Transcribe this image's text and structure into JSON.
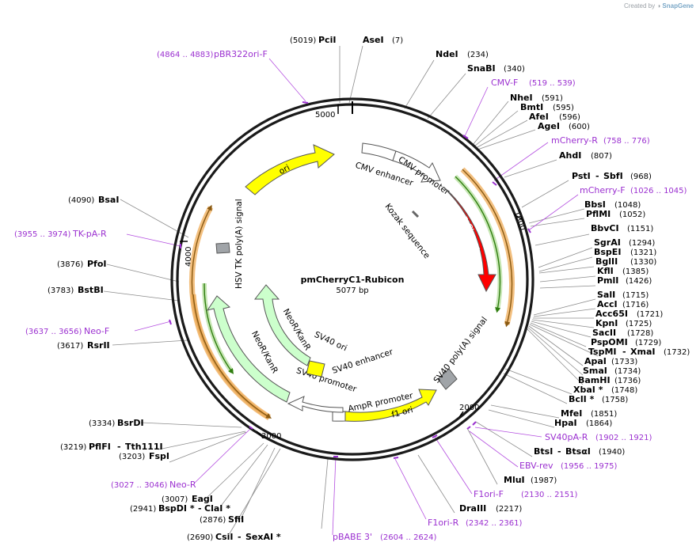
{
  "credit": {
    "prefix": "Created by",
    "brand": "SnapGene"
  },
  "plasmid": {
    "name": "pmCherryC1-Rubicon",
    "length_label": "5077 bp",
    "length": 5077
  },
  "ticks": [
    "1000",
    "2000",
    "3000",
    "4000",
    "5000"
  ],
  "features": [
    {
      "id": "ori",
      "label": "ori",
      "color": "#ffff00"
    },
    {
      "id": "cmv-enhancer",
      "label": "CMV enhancer",
      "color": "#ffffff"
    },
    {
      "id": "cmv-promoter",
      "label": "CMV promoter",
      "color": "#ffffff"
    },
    {
      "id": "kozak",
      "label": "Kozak sequence",
      "color": "#ffffff"
    },
    {
      "id": "mcherry",
      "label": "mCherry",
      "color": "#ff0000"
    },
    {
      "id": "sv40-polya",
      "label": "SV40 poly(A) signal",
      "color": "#a0a4a8"
    },
    {
      "id": "f1-ori",
      "label": "f1 ori",
      "color": "#ffff00"
    },
    {
      "id": "ampr-promoter",
      "label": "AmpR promoter",
      "color": "#ffffff"
    },
    {
      "id": "sv40-promoter",
      "label": "SV40 promoter",
      "color": "#ffffff"
    },
    {
      "id": "sv40-ori",
      "label": "SV40 ori",
      "color": "#ffff00"
    },
    {
      "id": "sv40-enhancer",
      "label": "SV40 enhancer",
      "color": "#ffffff"
    },
    {
      "id": "neor-inner",
      "label": "NeoR/KanR",
      "color": "#ccffcc"
    },
    {
      "id": "neor-outer",
      "label": "NeoR/KanR",
      "color": "#ccffcc"
    },
    {
      "id": "hsv-tk",
      "label": "HSV TK poly(A) signal",
      "color": "#a0a4a8"
    }
  ],
  "enzymes": [
    {
      "name": "PciI",
      "pos": "(5019)"
    },
    {
      "name": "AseI",
      "pos": "(7)"
    },
    {
      "name": "NdeI",
      "pos": "(234)"
    },
    {
      "name": "SnaBI",
      "pos": "(340)"
    },
    {
      "name": "NheI",
      "pos": "(591)"
    },
    {
      "name": "BmtI",
      "pos": "(595)"
    },
    {
      "name": "AfeI",
      "pos": "(596)"
    },
    {
      "name": "AgeI",
      "pos": "(600)"
    },
    {
      "name": "AhdI",
      "pos": "(807)"
    },
    {
      "name": "PstI",
      "pos": ""
    },
    {
      "name": "SbfI",
      "pos": "(968)"
    },
    {
      "name": "BbsI",
      "pos": "(1048)"
    },
    {
      "name": "PflMI",
      "pos": "(1052)"
    },
    {
      "name": "BbvCI",
      "pos": "(1151)"
    },
    {
      "name": "SgrAI",
      "pos": "(1294)"
    },
    {
      "name": "BspEI",
      "pos": "(1321)"
    },
    {
      "name": "BglII",
      "pos": "(1330)"
    },
    {
      "name": "KflI",
      "pos": "(1385)"
    },
    {
      "name": "PmlI",
      "pos": "(1426)"
    },
    {
      "name": "SalI",
      "pos": "(1715)"
    },
    {
      "name": "AccI",
      "pos": "(1716)"
    },
    {
      "name": "Acc65I",
      "pos": "(1721)"
    },
    {
      "name": "KpnI",
      "pos": "(1725)"
    },
    {
      "name": "SacII",
      "pos": "(1728)"
    },
    {
      "name": "PspOMI",
      "pos": "(1729)"
    },
    {
      "name": "TspMI",
      "pos": ""
    },
    {
      "name": "XmaI",
      "pos": "(1732)"
    },
    {
      "name": "ApaI",
      "pos": "(1733)"
    },
    {
      "name": "SmaI",
      "pos": "(1734)"
    },
    {
      "name": "BamHI",
      "pos": "(1736)"
    },
    {
      "name": "XbaI *",
      "pos": "(1748)"
    },
    {
      "name": "BclI *",
      "pos": "(1758)"
    },
    {
      "name": "MfeI",
      "pos": "(1851)"
    },
    {
      "name": "HpaI",
      "pos": "(1864)"
    },
    {
      "name": "BtsI",
      "pos": ""
    },
    {
      "name": "BtsαI",
      "pos": "(1940)"
    },
    {
      "name": "MluI",
      "pos": "(1987)"
    },
    {
      "name": "DraIII",
      "pos": "(2217)"
    },
    {
      "name": "CsiI",
      "pos": "(2690)"
    },
    {
      "name": "SexAI *",
      "pos": ""
    },
    {
      "name": "SfiI",
      "pos": "(2876)"
    },
    {
      "name": "BspDI *",
      "pos": "(2941)"
    },
    {
      "name": "ClaI *",
      "pos": ""
    },
    {
      "name": "EagI",
      "pos": "(3007)"
    },
    {
      "name": "FspI",
      "pos": "(3203)"
    },
    {
      "name": "PflFI",
      "pos": "(3219)"
    },
    {
      "name": "Tth111I",
      "pos": ""
    },
    {
      "name": "BsrDI",
      "pos": "(3334)"
    },
    {
      "name": "RsrII",
      "pos": "(3617)"
    },
    {
      "name": "BstBI",
      "pos": "(3783)"
    },
    {
      "name": "PfoI",
      "pos": "(3876)"
    },
    {
      "name": "BsaI",
      "pos": "(4090)"
    }
  ],
  "primers": [
    {
      "name": "pBR322ori-F",
      "range": "(4864 .. 4883)"
    },
    {
      "name": "CMV-F",
      "range": "(519 .. 539)"
    },
    {
      "name": "mCherry-R",
      "range": "(758 .. 776)"
    },
    {
      "name": "mCherry-F",
      "range": "(1026 .. 1045)"
    },
    {
      "name": "SV40pA-R",
      "range": "(1902 .. 1921)"
    },
    {
      "name": "EBV-rev",
      "range": "(1956 .. 1975)"
    },
    {
      "name": "F1ori-F",
      "range": "(2130 .. 2151)"
    },
    {
      "name": "F1ori-R",
      "range": "(2342 .. 2361)"
    },
    {
      "name": "pBABE 3'",
      "range": "(2604 .. 2624)"
    },
    {
      "name": "Neo-R",
      "range": "(3027 .. 3046)"
    },
    {
      "name": "Neo-F",
      "range": "(3637 .. 3656)"
    },
    {
      "name": "TK-pA-R",
      "range": "(3955 .. 3974)"
    }
  ]
}
